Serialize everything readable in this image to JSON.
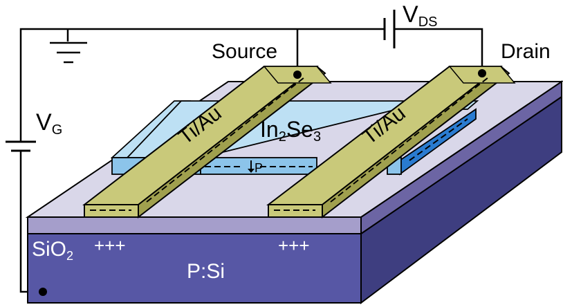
{
  "labels": {
    "vds_main": "V",
    "vds_sub": "DS",
    "vg_main": "V",
    "vg_sub": "G",
    "source": "Source",
    "drain": "Drain",
    "tiau_left": "Ti/Au",
    "tiau_right": "Ti/Au",
    "in2se3_a": "In",
    "in2se3_b": "2",
    "in2se3_c": "Se",
    "in2se3_d": "3",
    "polarization": "P",
    "sio2_main": "SiO",
    "sio2_sub": "2",
    "charges_left": "+++",
    "charges_right": "+++",
    "substrate": "P:Si"
  },
  "colors": {
    "substrate_front": "#5858a6",
    "substrate_side": "#3c3c7c",
    "substrate_top_edge": "#7a7ab8",
    "oxide_front": "#a29ac8",
    "oxide_side": "#6c64a0",
    "oxide_top": "#d8d6e8",
    "electrode": "#c8c878",
    "electrode_dark": "#9c9c4c",
    "flake": "#bcdcf0",
    "flake_edge": "#8cc2e6",
    "flake_dark_face": "#2c7cd0",
    "wire": "#000000"
  }
}
